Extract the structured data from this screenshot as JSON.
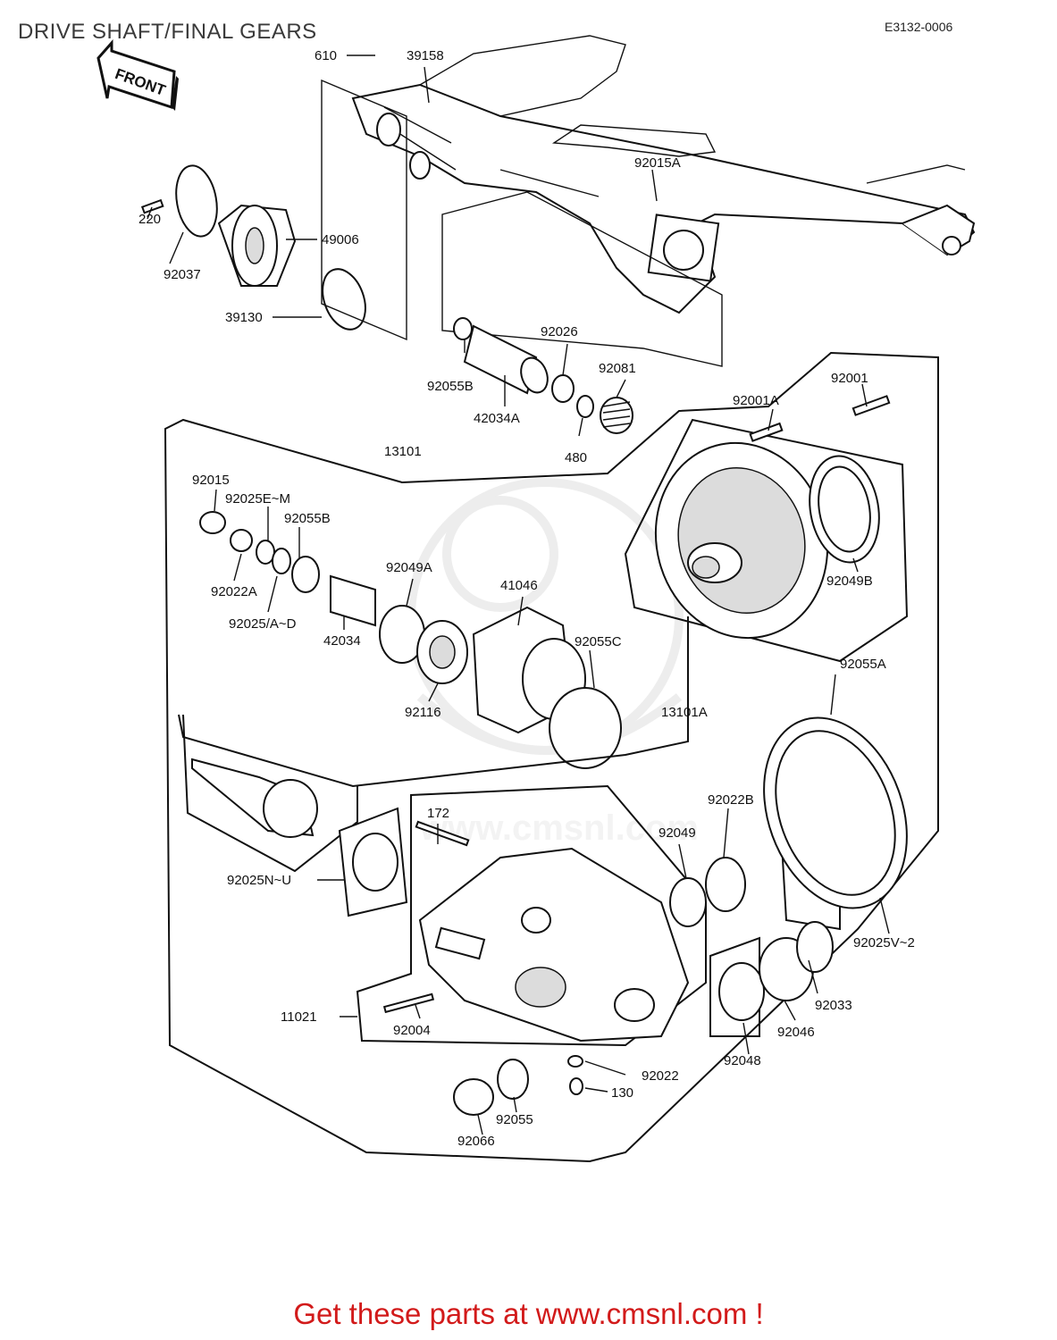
{
  "header": {
    "title": "DRIVE SHAFT/FINAL GEARS",
    "code": "E3132-0006"
  },
  "front_arrow": {
    "label": "FRONT"
  },
  "watermark": {
    "text": "www.cmsnl.com"
  },
  "labels": {
    "p610": "610",
    "p39158": "39158",
    "p92015A": "92015A",
    "p220": "220",
    "p92037": "92037",
    "p49006": "49006",
    "p39130": "39130",
    "p92026": "92026",
    "p92081": "92081",
    "p92055B_top": "92055B",
    "p42034A": "42034A",
    "p480": "480",
    "p92001A": "92001A",
    "p92001": "92001",
    "p13101": "13101",
    "p92015": "92015",
    "p92025E": "92025E~M",
    "p92055B": "92055B",
    "p92022A": "92022A",
    "p92025AD": "92025/A~D",
    "p92049A": "92049A",
    "p42034": "42034",
    "p41046": "41046",
    "p92049B": "92049B",
    "p92055C": "92055C",
    "p92116": "92116",
    "p13101A": "13101A",
    "p92055A": "92055A",
    "p172": "172",
    "p92022B": "92022B",
    "p92049": "92049",
    "p92025NU": "92025N~U",
    "p92025V2": "92025V~2",
    "p11021": "11021",
    "p92004": "92004",
    "p92033": "92033",
    "p92046": "92046",
    "p92048": "92048",
    "p92022": "92022",
    "p130": "130",
    "p92055": "92055",
    "p92066": "92066"
  },
  "footer": {
    "text": "Get these parts at www.cmsnl.com !"
  }
}
